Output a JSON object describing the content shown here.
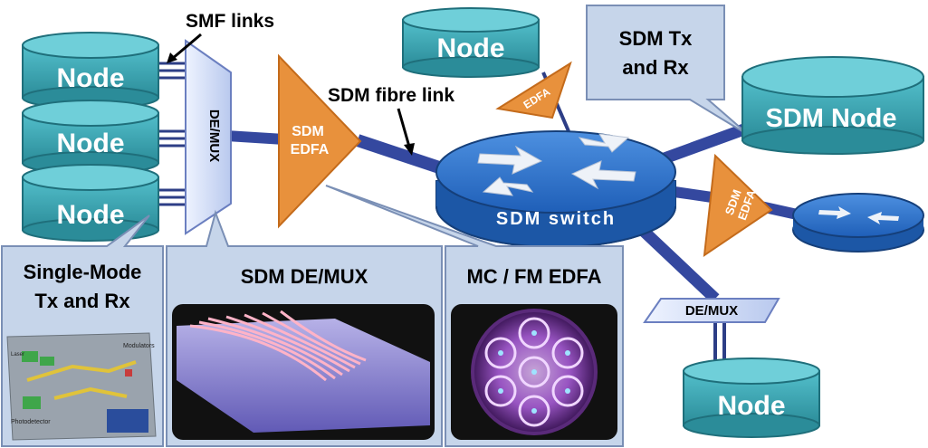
{
  "labels": {
    "smf_links": "SMF links",
    "sdm_fibre_link": "SDM fibre link",
    "demux_vertical": "DE/MUX",
    "sdm_edfa_line1": "SDM",
    "sdm_edfa_line2": "EDFA",
    "edfa_small": "EDFA",
    "edfa_right_line1": "SDM",
    "edfa_right_line2": "EDFA",
    "sdm_switch": "SDM switch",
    "demux_bottom": "DE/MUX"
  },
  "nodes": {
    "left_top": "Node",
    "left_mid": "Node",
    "left_bottom": "Node",
    "top_center": "Node",
    "sdm_node": "SDM Node",
    "bottom_right": "Node"
  },
  "callouts": {
    "sdm_txrx_line1": "SDM Tx",
    "sdm_txrx_line2": "and Rx",
    "single_mode_line1": "Single-Mode",
    "single_mode_line2": "Tx and Rx",
    "sdm_demux_title": "SDM DE/MUX",
    "mc_fm_edfa_title": "MC / FM EDFA"
  },
  "chip_labels": {
    "laser": "Laser",
    "modulators": "Modulators",
    "photodetector": "Photodetector"
  },
  "colors": {
    "node_fill": "#3aa8b5",
    "edfa_orange": "#e8913c",
    "fibre_blue": "#3a4fa8",
    "switch_blue": "#2a6fc9",
    "callout_fill": "#c6d5ea"
  }
}
